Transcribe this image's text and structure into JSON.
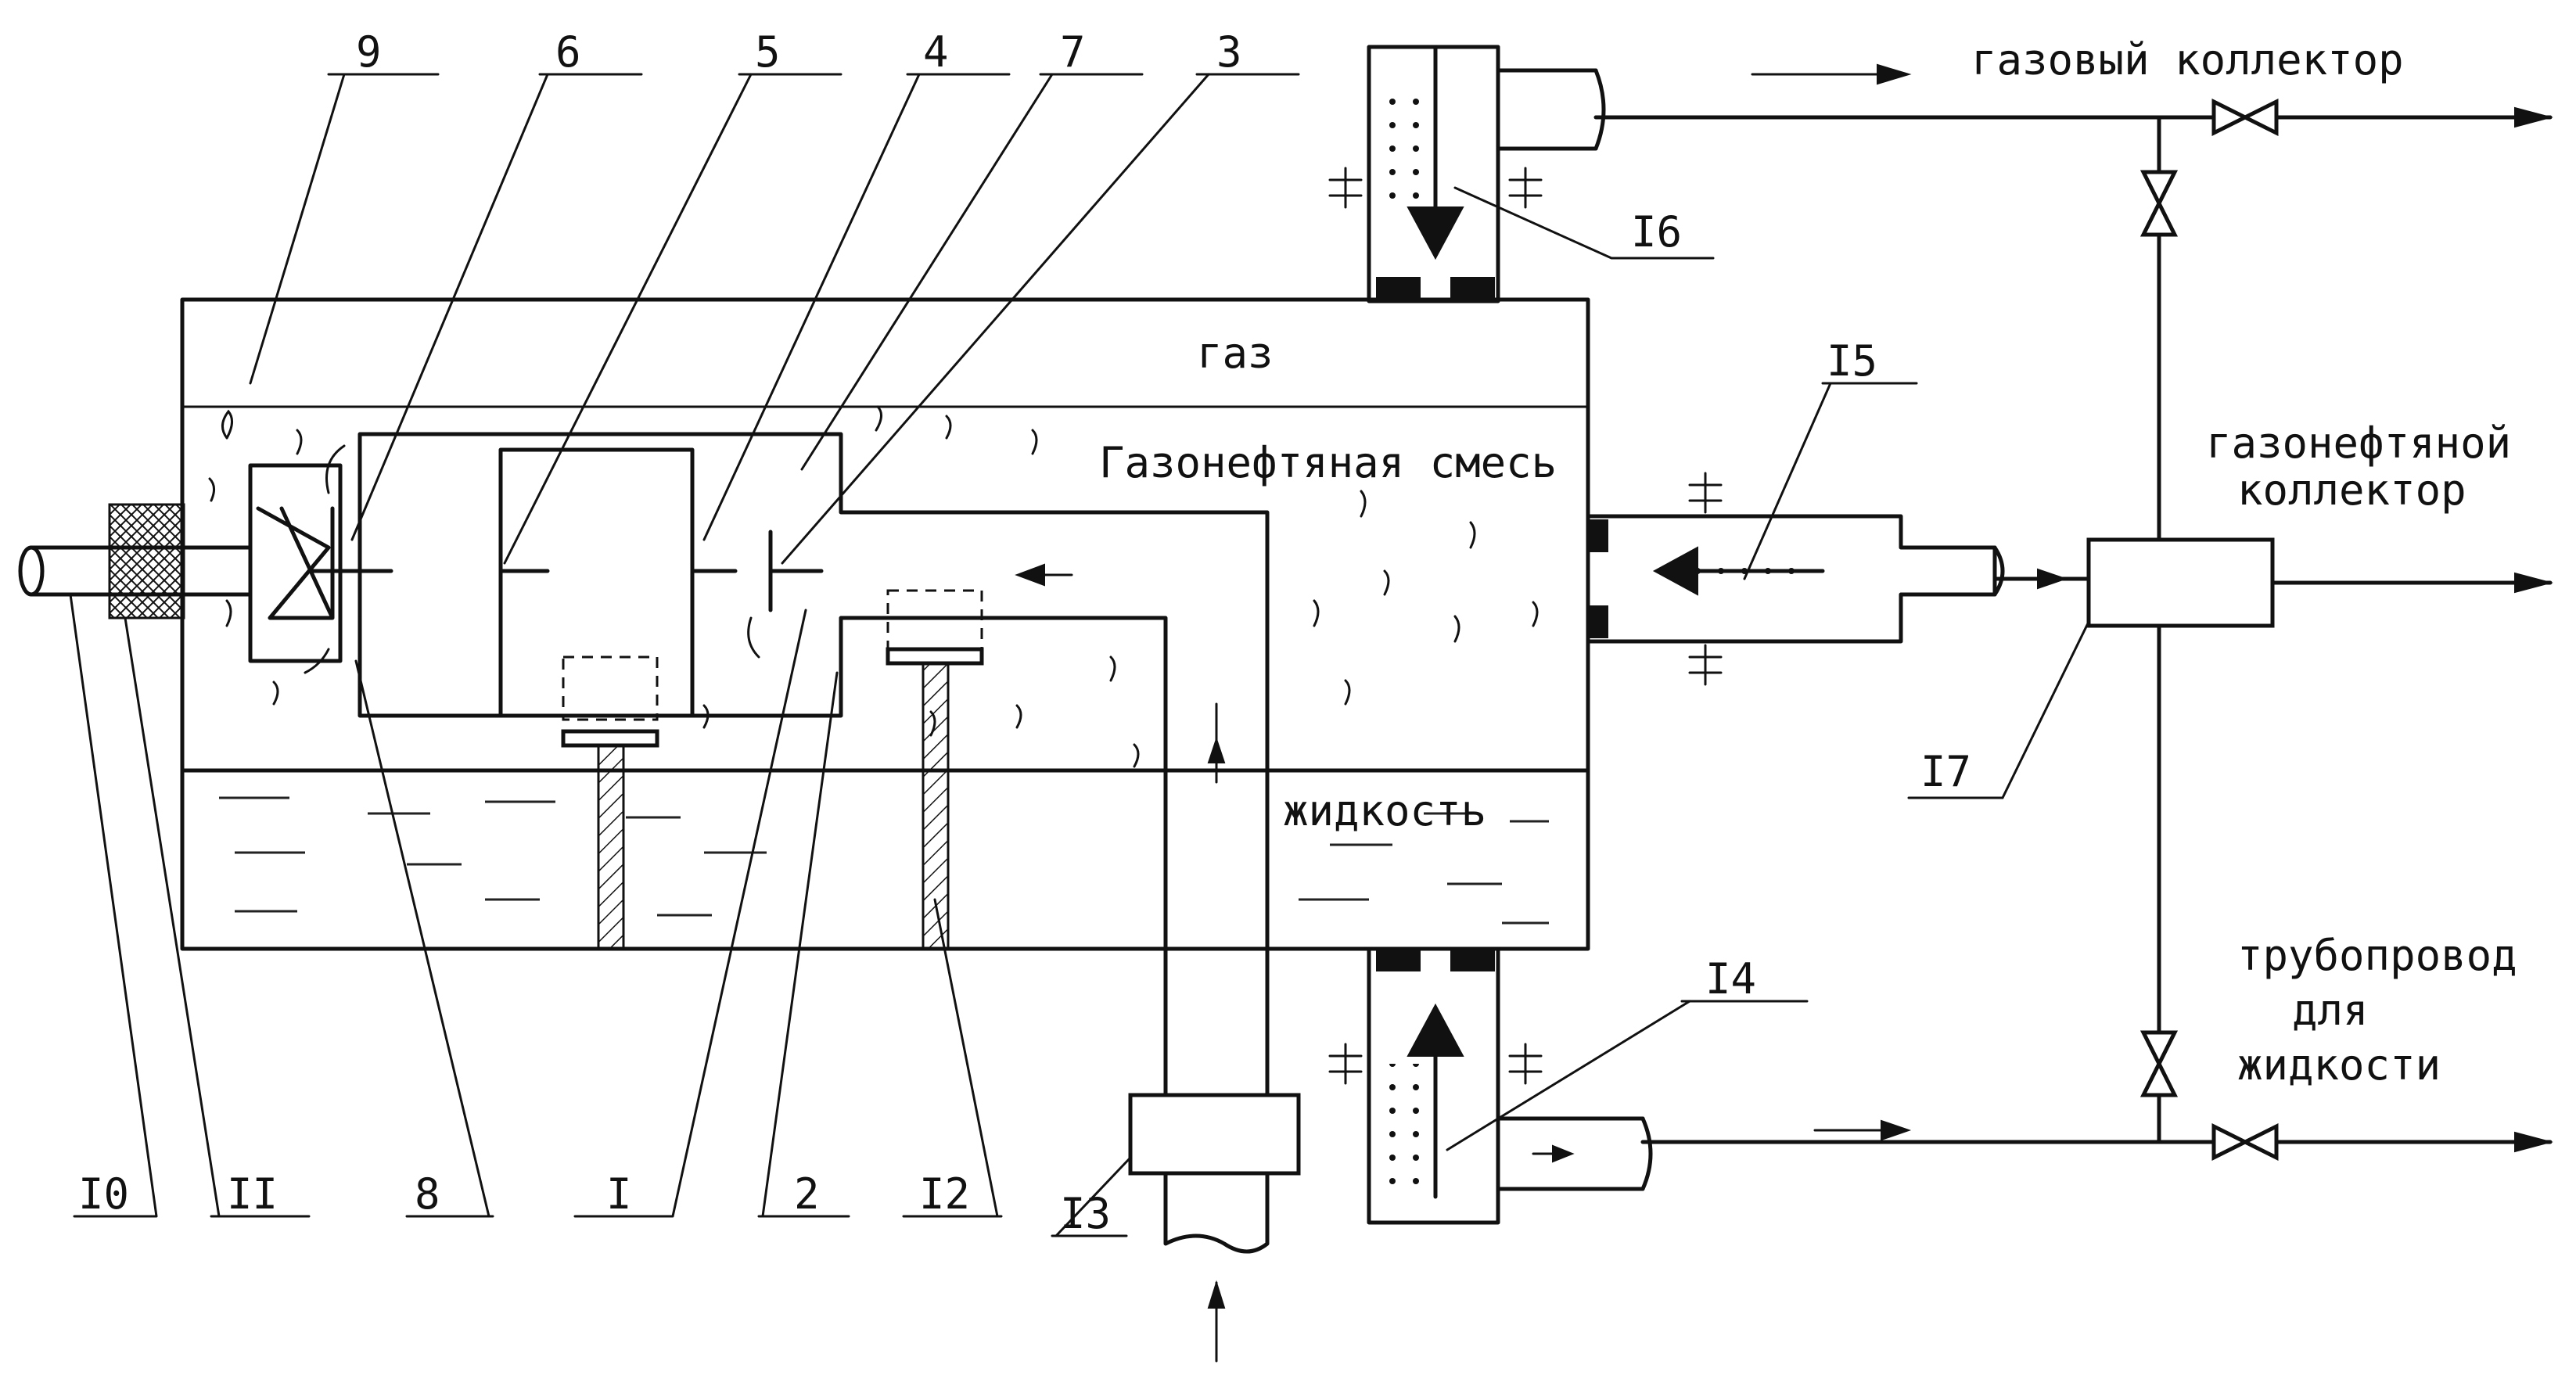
{
  "zones": {
    "gas": "газ",
    "mixture": "Газонефтяная смесь",
    "liquid": "жидкость"
  },
  "pipes": {
    "gas_collector": "газовый коллектор",
    "gas_oil_collector_line1": "газонефтяной",
    "gas_oil_collector_line2": "коллектор",
    "liquid_pipe_line1": "трубопровод",
    "liquid_pipe_line2": "для",
    "liquid_pipe_line3": "жидкости"
  },
  "labels": {
    "n1": "I",
    "n2": "2",
    "n3": "3",
    "n4": "4",
    "n5": "5",
    "n6": "6",
    "n7": "7",
    "n8": "8",
    "n9": "9",
    "n10": "I0",
    "n11": "II",
    "n12": "I2",
    "n13": "I3",
    "n14": "I4",
    "n15": "I5",
    "n16": "I6",
    "n17": "I7"
  }
}
